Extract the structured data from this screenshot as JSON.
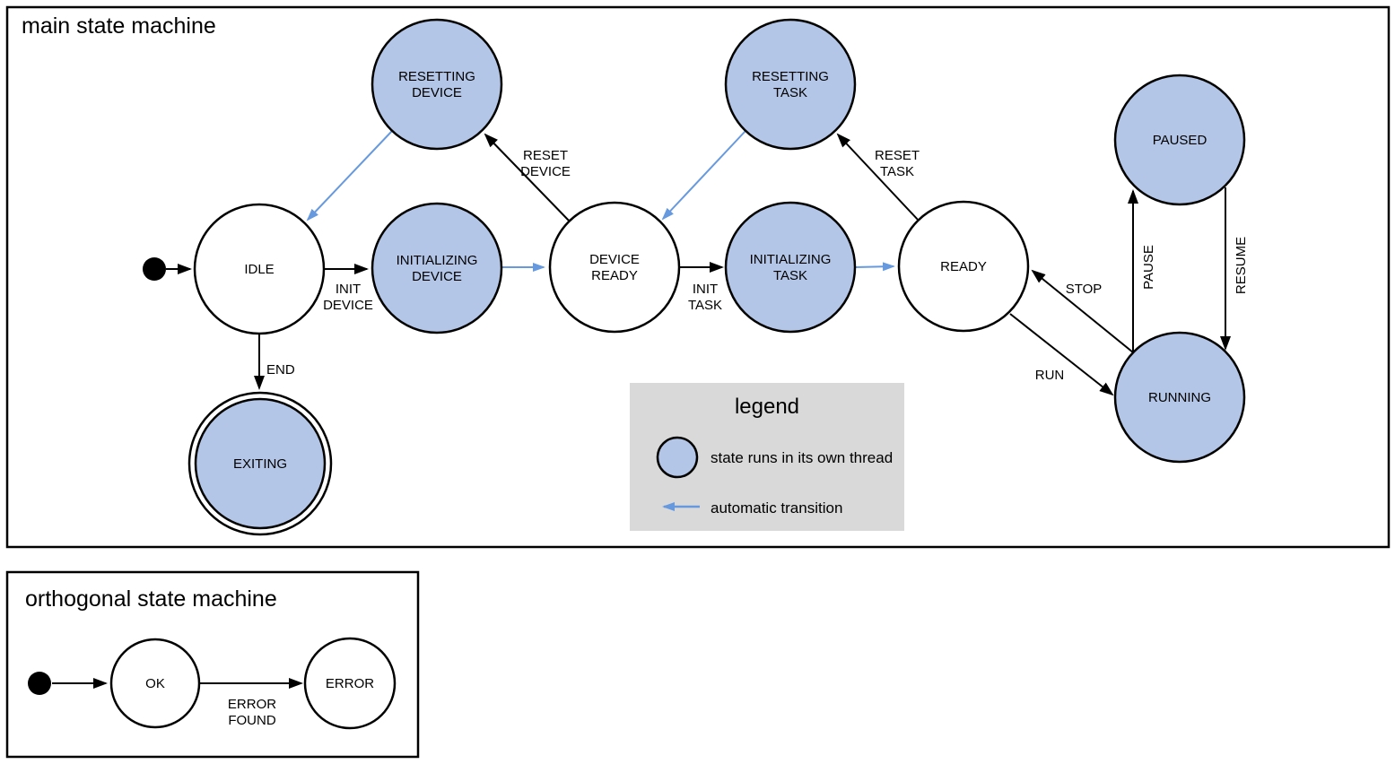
{
  "colors": {
    "state_fill_blue": "#b3c6e7",
    "state_fill_white": "#ffffff",
    "stroke_black": "#000000",
    "auto_transition_blue": "#6699dd",
    "legend_bg": "#d9d9d9"
  },
  "main_panel": {
    "title": "main state machine",
    "states": {
      "resetting_device": {
        "line1": "RESETTING",
        "line2": "DEVICE"
      },
      "resetting_task": {
        "line1": "RESETTING",
        "line2": "TASK"
      },
      "paused": {
        "label": "PAUSED"
      },
      "idle": {
        "label": "IDLE"
      },
      "initializing_device": {
        "line1": "INITIALIZING",
        "line2": "DEVICE"
      },
      "device_ready": {
        "line1": "DEVICE",
        "line2": "READY"
      },
      "initializing_task": {
        "line1": "INITIALIZING",
        "line2": "TASK"
      },
      "ready": {
        "label": "READY"
      },
      "running": {
        "label": "RUNNING"
      },
      "exiting": {
        "label": "EXITING"
      }
    },
    "transitions": {
      "init_device": {
        "line1": "INIT",
        "line2": "DEVICE"
      },
      "reset_device": {
        "line1": "RESET",
        "line2": "DEVICE"
      },
      "init_task": {
        "line1": "INIT",
        "line2": "TASK"
      },
      "reset_task": {
        "line1": "RESET",
        "line2": "TASK"
      },
      "end": {
        "label": "END"
      },
      "stop": {
        "label": "STOP"
      },
      "run": {
        "label": "RUN"
      },
      "pause": {
        "label": "PAUSE"
      },
      "resume": {
        "label": "RESUME"
      }
    },
    "legend": {
      "title": "legend",
      "thread_item": "state runs in its own thread",
      "auto_item": "automatic transition"
    }
  },
  "orthogonal_panel": {
    "title": "orthogonal state machine",
    "states": {
      "ok": {
        "label": "OK"
      },
      "error": {
        "label": "ERROR"
      }
    },
    "transitions": {
      "error_found": {
        "line1": "ERROR",
        "line2": "FOUND"
      }
    }
  }
}
